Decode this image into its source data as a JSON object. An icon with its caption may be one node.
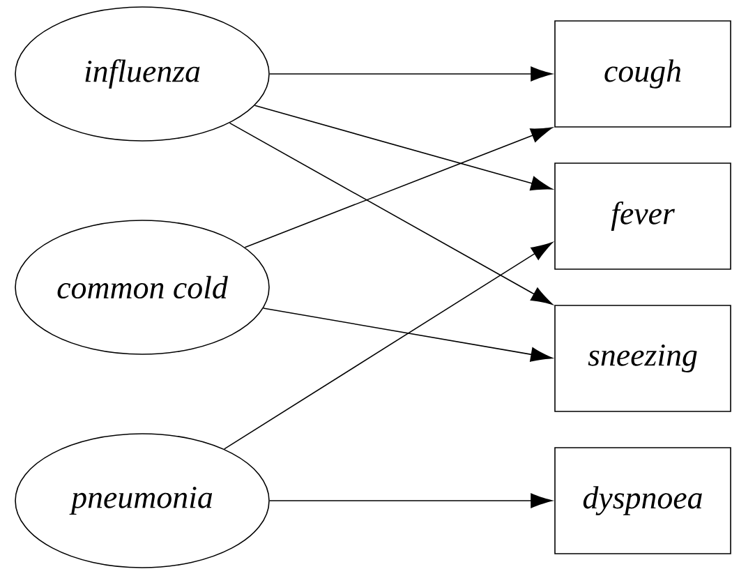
{
  "diagram": {
    "nodes": [
      {
        "text": [
          "influenza"
        ]
      },
      {
        "text": [
          "common cold"
        ]
      },
      {
        "text": [
          "pneumonia"
        ]
      },
      {
        "text": [
          "cough"
        ]
      },
      {
        "text": [
          "fever"
        ]
      },
      {
        "text": [
          "sneezing"
        ]
      },
      {
        "text": [
          "dyspnoea"
        ]
      }
    ],
    "edges": [
      {
        "from": 0,
        "to": 3,
        "arrow": "to"
      },
      {
        "from": 0,
        "to": 4,
        "arrow": "to"
      },
      {
        "from": 0,
        "to": 5,
        "arrow": "to"
      },
      {
        "from": 1,
        "to": 3,
        "arrow": "to"
      },
      {
        "from": 1,
        "to": 5,
        "arrow": "to"
      },
      {
        "from": 2,
        "to": 4,
        "arrow": "to"
      },
      {
        "from": 2,
        "to": 6,
        "arrow": "to"
      }
    ]
  }
}
